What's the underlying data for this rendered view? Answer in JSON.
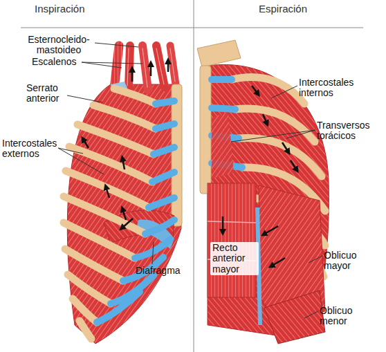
{
  "diagram": {
    "labels": [
      "Inspiración",
      "Espiración",
      "Esternocleido-mastoideo",
      "Escalenos",
      "Serrato anterior",
      "Intercostales externos",
      "Diafragma",
      "Intercostales internos",
      "Transversos torácicos",
      "Recto anterior mayor",
      "Oblicuo mayor",
      "Oblicuo menor"
    ]
  }
}
